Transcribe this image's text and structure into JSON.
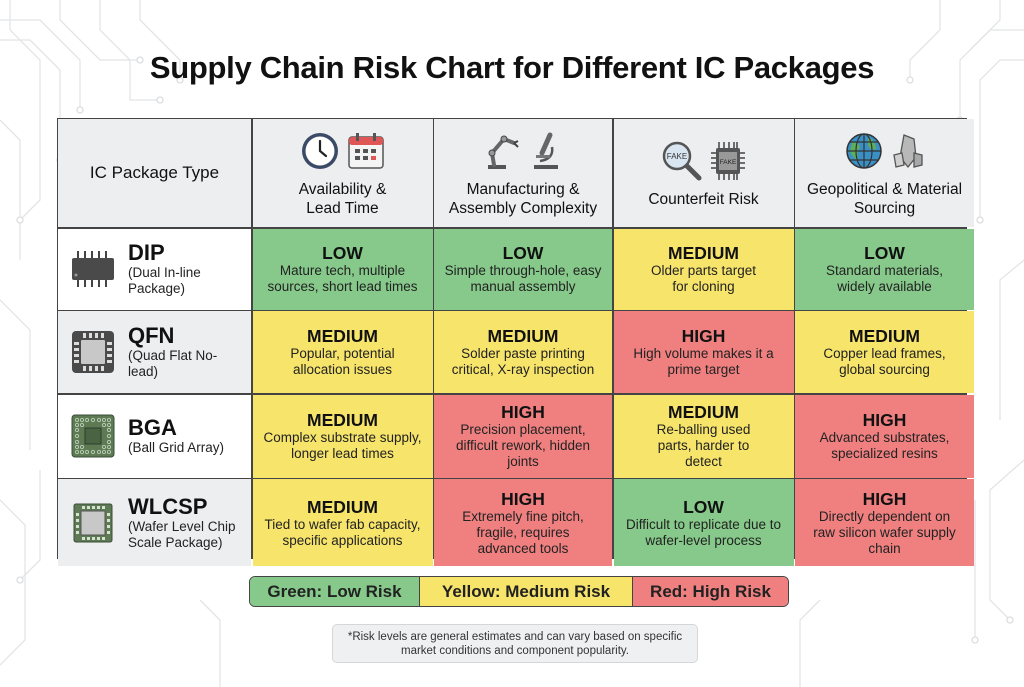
{
  "title": "Supply Chain Risk Chart for Different IC Packages",
  "header": {
    "first_column": "IC Package Type",
    "columns": [
      {
        "label": "Availability & Lead Time",
        "icons": [
          "clock-icon",
          "calendar-icon"
        ]
      },
      {
        "label": "Manufacturing & Assembly Complexity",
        "icons": [
          "robot-arm-icon",
          "microscope-icon"
        ]
      },
      {
        "label": "Counterfeit Risk",
        "icons": [
          "magnifier-fake-icon",
          "fake-chip-icon"
        ]
      },
      {
        "label": "Geopolitical & Material Sourcing",
        "icons": [
          "globe-icon",
          "crystal-icon"
        ]
      }
    ]
  },
  "rows": [
    {
      "name": "DIP",
      "full": "(Dual In-line Package)",
      "icon": "dip-chip-icon",
      "cells": [
        {
          "level": "LOW",
          "desc": "Mature tech, multiple sources, short lead times"
        },
        {
          "level": "LOW",
          "desc": "Simple through-hole, easy manual assembly"
        },
        {
          "level": "MEDIUM",
          "desc": "Older parts target for cloning"
        },
        {
          "level": "LOW",
          "desc": "Standard materials, widely available"
        }
      ]
    },
    {
      "name": "QFN",
      "full": "(Quad Flat No-lead)",
      "icon": "qfn-chip-icon",
      "cells": [
        {
          "level": "MEDIUM",
          "desc": "Popular, potential allocation issues"
        },
        {
          "level": "MEDIUM",
          "desc": "Solder paste printing critical, X-ray inspection"
        },
        {
          "level": "HIGH",
          "desc": "High volume makes it a prime target"
        },
        {
          "level": "MEDIUM",
          "desc": "Copper lead frames, global sourcing"
        }
      ]
    },
    {
      "name": "BGA",
      "full": "(Ball Grid Array)",
      "icon": "bga-chip-icon",
      "cells": [
        {
          "level": "MEDIUM",
          "desc": "Complex substrate supply, longer lead times"
        },
        {
          "level": "HIGH",
          "desc": "Precision placement, difficult rework, hidden joints"
        },
        {
          "level": "MEDIUM",
          "desc": "Re-balling used parts, harder to detect"
        },
        {
          "level": "HIGH",
          "desc": "Advanced substrates, specialized resins"
        }
      ]
    },
    {
      "name": "WLCSP",
      "full": "(Wafer Level Chip Scale Package)",
      "icon": "wlcsp-chip-icon",
      "cells": [
        {
          "level": "MEDIUM",
          "desc": "Tied to wafer fab capacity, specific applications"
        },
        {
          "level": "HIGH",
          "desc": "Extremely fine pitch, fragile, requires advanced tools"
        },
        {
          "level": "LOW",
          "desc": "Difficult to replicate due to wafer-level process"
        },
        {
          "level": "HIGH",
          "desc": "Directly dependent on raw silicon wafer supply chain"
        }
      ]
    }
  ],
  "legend": {
    "low": "Green: Low Risk",
    "medium": "Yellow: Medium Risk",
    "high": "Red: High Risk"
  },
  "colors": {
    "low": "#86c98a",
    "medium": "#f7e46b",
    "high": "#f08080",
    "header_bg": "#eceef0"
  },
  "footnote": "*Risk levels are general estimates and can vary based on specific market conditions and component popularity.",
  "chart_data": {
    "type": "table",
    "title": "Supply Chain Risk Chart for Different IC Packages",
    "columns": [
      "IC Package Type",
      "Availability & Lead Time",
      "Manufacturing & Assembly Complexity",
      "Counterfeit Risk",
      "Geopolitical & Material Sourcing"
    ],
    "rows": [
      [
        "DIP (Dual In-line Package)",
        "LOW",
        "LOW",
        "MEDIUM",
        "LOW"
      ],
      [
        "QFN (Quad Flat No-lead)",
        "MEDIUM",
        "MEDIUM",
        "HIGH",
        "MEDIUM"
      ],
      [
        "BGA (Ball Grid Array)",
        "MEDIUM",
        "HIGH",
        "MEDIUM",
        "HIGH"
      ],
      [
        "WLCSP (Wafer Level Chip Scale Package)",
        "MEDIUM",
        "HIGH",
        "LOW",
        "HIGH"
      ]
    ]
  }
}
